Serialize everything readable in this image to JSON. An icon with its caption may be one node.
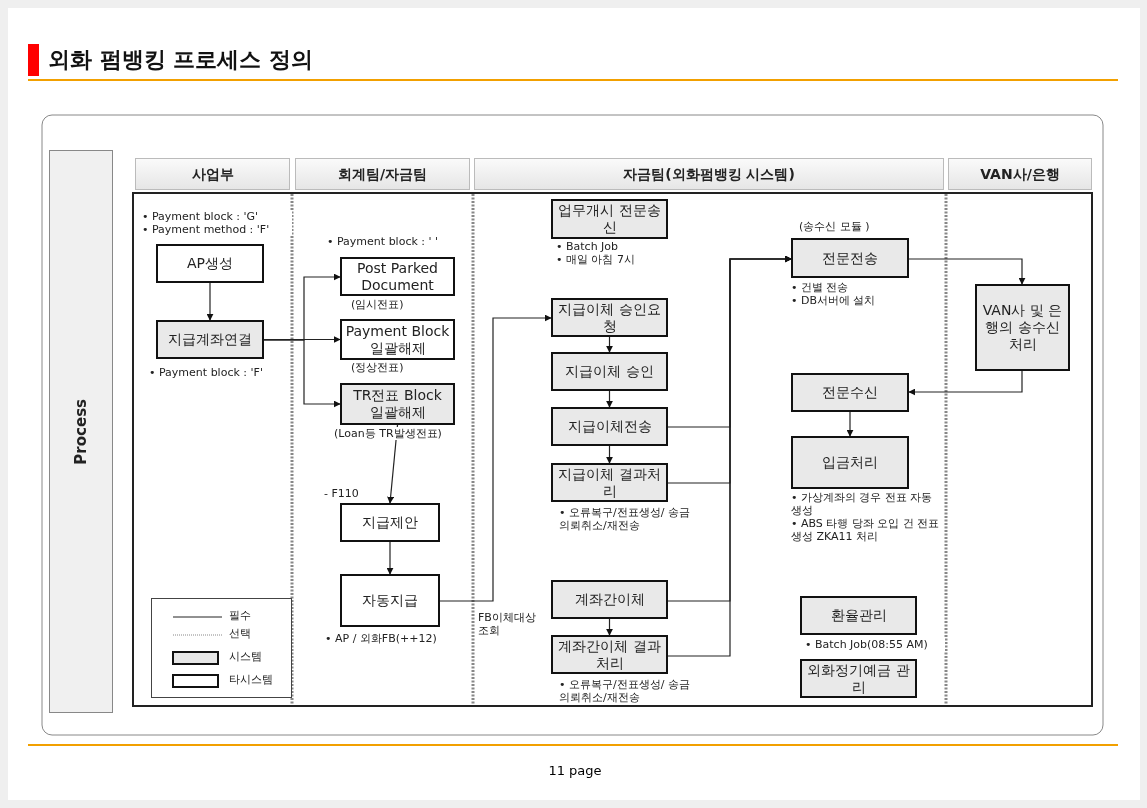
{
  "diagram": {
    "title": "외화 펌뱅킹 프로세스 정의",
    "nodes": [
      {
        "text": [
          "Process"
        ]
      },
      {
        "text": [
          "사업부"
        ]
      },
      {
        "text": [
          "회계팀/자금팀"
        ]
      },
      {
        "text": [
          "자금팀(외화펌뱅킹 시스템)"
        ]
      },
      {
        "text": [
          "VAN사/은행"
        ]
      },
      {
        "text": [
          "AP생성"
        ],
        "beside": [
          "• Payment block   : 'G'",
          "• Payment method : 'F'"
        ]
      },
      {
        "text": [
          "지급계좌연결"
        ],
        "beside": [
          "• Payment block : 'F'"
        ]
      },
      {
        "text": [
          "Post Parked Document"
        ],
        "beside": [
          "• Payment block : ' '",
          "(임시전표)"
        ]
      },
      {
        "text": [
          "Payment Block 일괄해제"
        ],
        "beside": [
          "(정상전표)"
        ]
      },
      {
        "text": [
          "TR전표 Block 일괄해제"
        ],
        "beside": [
          "(Loan등 TR발생전표)"
        ]
      },
      {
        "text": [
          "지급제안"
        ],
        "beside": [
          "- F110"
        ]
      },
      {
        "text": [
          "자동지급"
        ],
        "beside": [
          "• AP / 외화FB(++12)"
        ]
      },
      {
        "text": [
          "업무개시 전문송신"
        ],
        "beside": [
          "• Batch Job",
          "• 매일 아침 7시"
        ]
      },
      {
        "text": [
          "지급이체 승인요청"
        ]
      },
      {
        "text": [
          "지급이체 승인"
        ]
      },
      {
        "text": [
          "지급이체전송"
        ]
      },
      {
        "text": [
          "지급이체 결과처리"
        ],
        "beside": [
          "• 오류복구/전표생성/ 송금의뢰취소/재전송"
        ]
      },
      {
        "text": [
          "계좌간이체"
        ]
      },
      {
        "text": [
          "계좌간이체 결과처리"
        ],
        "beside": [
          "• 오류복구/전표생성/ 송금의뢰취소/재전송"
        ]
      },
      {
        "text": [
          "전문전송"
        ],
        "beside": [
          "(송수신 모듈 )",
          "• 건별 전송",
          "• DB서버에 설치"
        ]
      },
      {
        "text": [
          "VAN사 및 은행의 송수신처리"
        ]
      },
      {
        "text": [
          "전문수신"
        ]
      },
      {
        "text": [
          "입금처리"
        ],
        "beside": [
          "• 가상계좌의 경우 전표 자동생성",
          "• ABS 타행 당좌 오입 건 전표생성 ZKA11 처리"
        ]
      },
      {
        "text": [
          "환율관리"
        ],
        "beside": [
          "• Batch Job(08:55 AM)"
        ]
      },
      {
        "text": [
          "외화정기예금 관리"
        ]
      }
    ],
    "edges": [
      {
        "from": 5,
        "to": 6,
        "arrow": "to"
      },
      {
        "from": 6,
        "to": 7,
        "arrow": "to"
      },
      {
        "from": 6,
        "to": 8,
        "arrow": "to"
      },
      {
        "from": 6,
        "to": 9,
        "arrow": "to"
      },
      {
        "from": 9,
        "to": 10,
        "arrow": "to"
      },
      {
        "from": 10,
        "to": 11,
        "arrow": "to"
      },
      {
        "from": 11,
        "to": 13,
        "arrow": "to",
        "label": "FB이체대상 조회"
      },
      {
        "from": 13,
        "to": 14,
        "arrow": "to"
      },
      {
        "from": 14,
        "to": 15,
        "arrow": "to"
      },
      {
        "from": 15,
        "to": 16,
        "arrow": "to"
      },
      {
        "from": 17,
        "to": 18,
        "arrow": "to"
      },
      {
        "from": 15,
        "to": 19,
        "arrow": "to"
      },
      {
        "from": 16,
        "to": 19,
        "arrow": "to"
      },
      {
        "from": 17,
        "to": 19,
        "arrow": "to"
      },
      {
        "from": 18,
        "to": 19,
        "arrow": "to"
      },
      {
        "from": 19,
        "to": 20,
        "arrow": "to"
      },
      {
        "from": 20,
        "to": 21,
        "arrow": "to"
      },
      {
        "from": 21,
        "to": 22,
        "arrow": "to"
      }
    ],
    "labels": [
      "11 page"
    ],
    "legend": [
      {
        "text": "필수"
      },
      {
        "text": "선택"
      },
      {
        "text": "시스템"
      },
      {
        "text": "타시스템"
      }
    ]
  }
}
